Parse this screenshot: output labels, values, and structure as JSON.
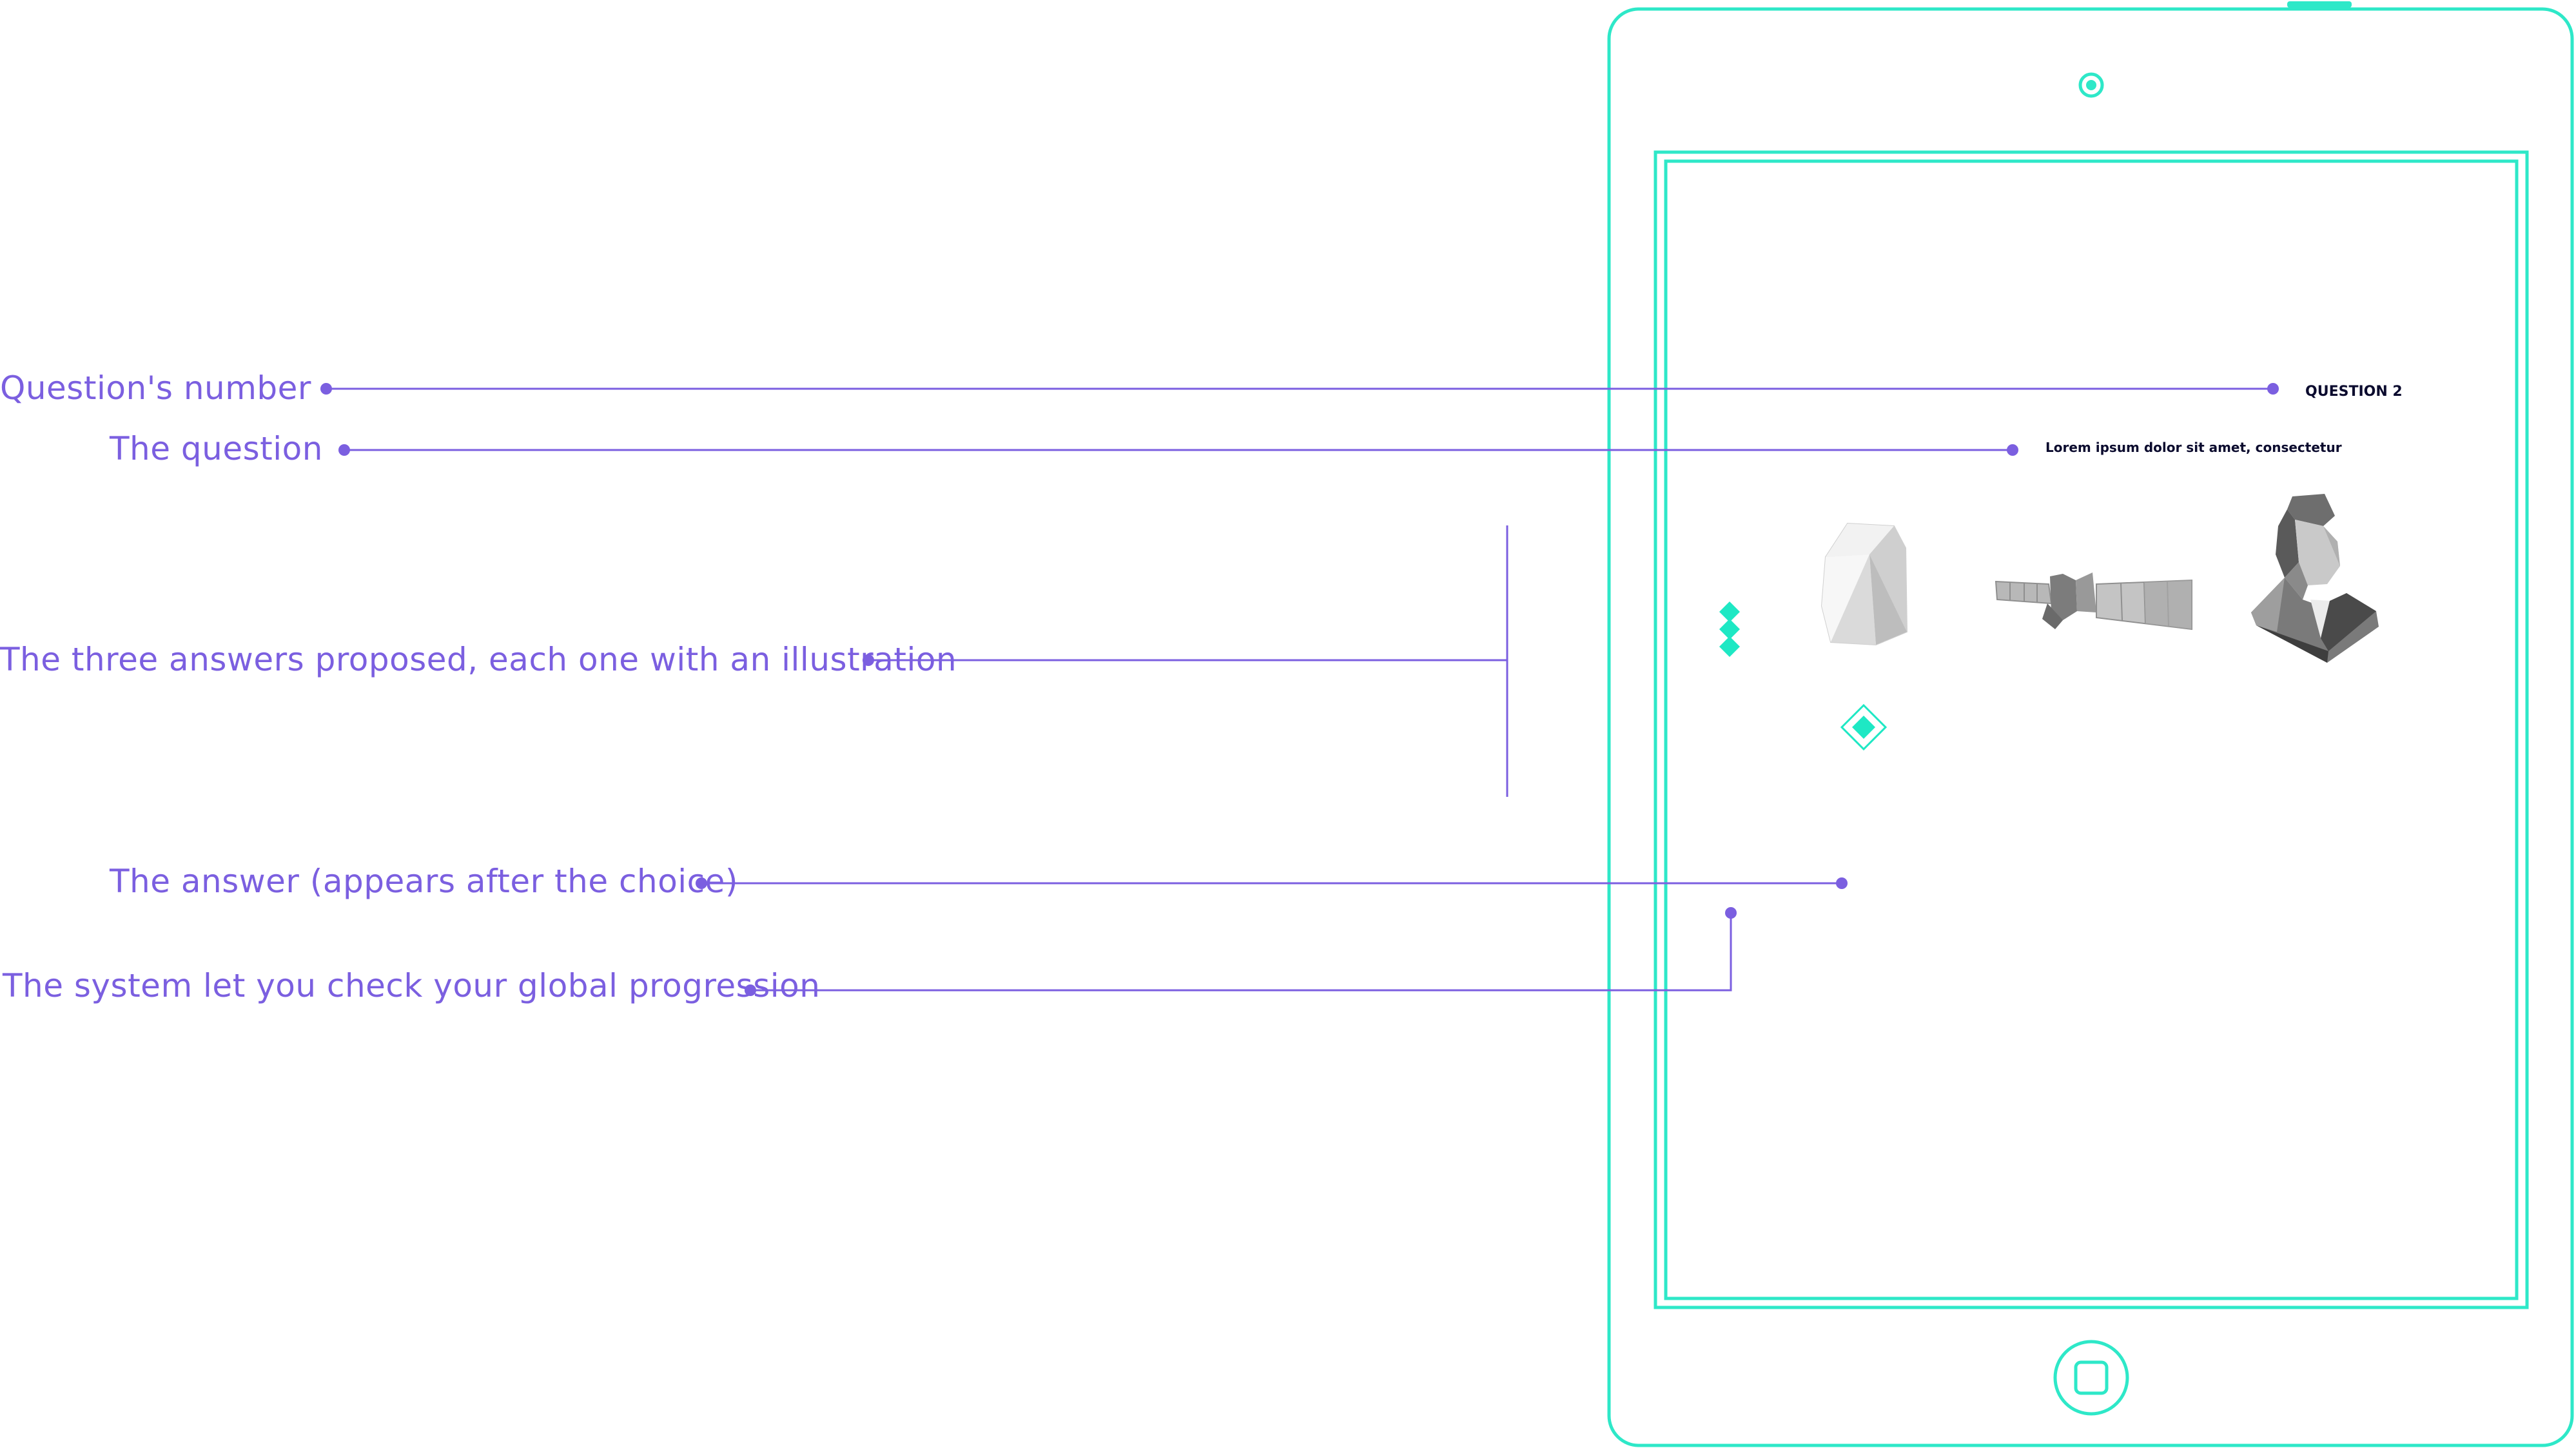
{
  "colors": {
    "device_outline": "#2ee8c8",
    "annotation": "#7b5fe0",
    "accent": "#1ee8c4",
    "question_text": "#0b0b2e",
    "illustration_light": "#e3e3e3",
    "illustration_mid": "#a9a9a9",
    "illustration_dark": "#5e5e5e"
  },
  "annotations": [
    {
      "id": "question-number",
      "label": "Question's number"
    },
    {
      "id": "question",
      "label": "The question"
    },
    {
      "id": "answers",
      "label": "The three answers proposed, each one with an illustration"
    },
    {
      "id": "answer",
      "label": "The answer (appears after the choice)"
    },
    {
      "id": "progression",
      "label": "The system let you check your global progression"
    }
  ],
  "screen": {
    "question_number": "QUESTION 2",
    "question_text": "Lorem ipsum dolor sit amet, consectetur",
    "progress": {
      "total_steps": 3,
      "completed_steps": 3
    },
    "answers": [
      {
        "icon": "gem-icon"
      },
      {
        "icon": "satellite-icon"
      },
      {
        "icon": "portrait-bust-icon"
      }
    ],
    "answer_marker_icon": "diamond-marker-icon"
  },
  "device": {
    "camera_icon": "camera-icon",
    "home_button_icon": "home-button-icon"
  }
}
